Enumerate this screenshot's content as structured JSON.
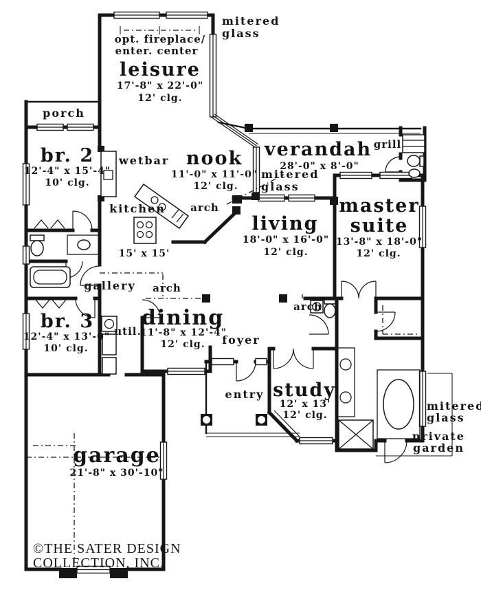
{
  "rooms": {
    "leisure": {
      "name": "leisure",
      "dims": "17'-8\" x 22'-0\"",
      "clg": "12'  clg."
    },
    "br2": {
      "name": "br.  2",
      "dims": "12'-4\" x 15'-4\"",
      "clg": "10'  clg."
    },
    "nook": {
      "name": "nook",
      "dims": "11'-0\" x 11'-0\"",
      "clg": "12'  clg."
    },
    "verandah": {
      "name": "verandah",
      "dims": "28'-0\"  x  8'-0\""
    },
    "master_suite": {
      "name_line1": "master",
      "name_line2": "suite",
      "dims": "13'-8\" x 18'-0\"",
      "clg": "12'  clg."
    },
    "living": {
      "name": "living",
      "dims": "18'-0\" x 16'-0\"",
      "clg": "12'  clg."
    },
    "kitchen": {
      "name": "kitchen",
      "dims": "15'  x  15'"
    },
    "br3": {
      "name": "br.  3",
      "dims": "12'-4\" x 13'-0\"",
      "clg": "10' clg."
    },
    "dining": {
      "name": "dining",
      "dims": "11'-8\" x 12'-4\"",
      "clg": "12'  clg."
    },
    "study": {
      "name": "study",
      "dims": "12' x 13'",
      "clg": "12' clg."
    },
    "garage": {
      "name": "garage",
      "dims": "21'-8\" x 30'-10\""
    }
  },
  "labels": {
    "porch": "porch",
    "wetbar": "wetbar",
    "gallery": "gallery",
    "util": "util.",
    "foyer": "foyer",
    "entry": "entry",
    "grill": "grill",
    "arch": "arch",
    "mitered": "mitered",
    "glass": "glass",
    "opt_fireplace_line1": "opt.  fireplace/",
    "opt_fireplace_line2": "enter.  center",
    "private": "private",
    "garden": "garden"
  },
  "copyright": {
    "line1": "©THE SATER DESIGN",
    "line2": "COLLECTION, INC."
  },
  "colors": {
    "ink": "#161616",
    "paper": "#ffffff"
  }
}
